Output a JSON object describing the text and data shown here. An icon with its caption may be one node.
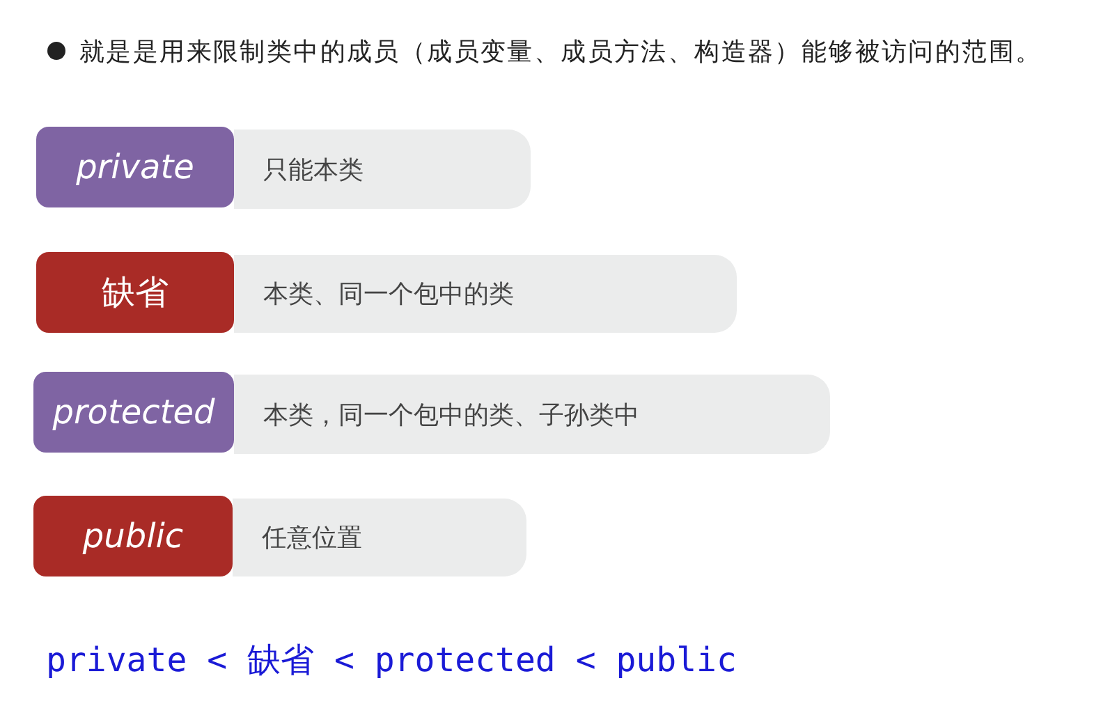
{
  "diagram": {
    "nodes": [
      {
        "text": [
          "private"
        ]
      },
      {
        "text": [
          "只能本类"
        ]
      },
      {
        "text": [
          "缺省"
        ]
      },
      {
        "text": [
          "本类、同一个包中的类"
        ]
      },
      {
        "text": [
          "protected"
        ]
      },
      {
        "text": [
          "本类，同一个包中的类、子孙类中"
        ]
      },
      {
        "text": [
          "public"
        ]
      },
      {
        "text": [
          "任意位置"
        ]
      }
    ],
    "labels": [
      "就是是用来限制类中的成员（成员变量、成员方法、构造器）能够被访问的范围。",
      "private < 缺省 < protected < public"
    ]
  }
}
